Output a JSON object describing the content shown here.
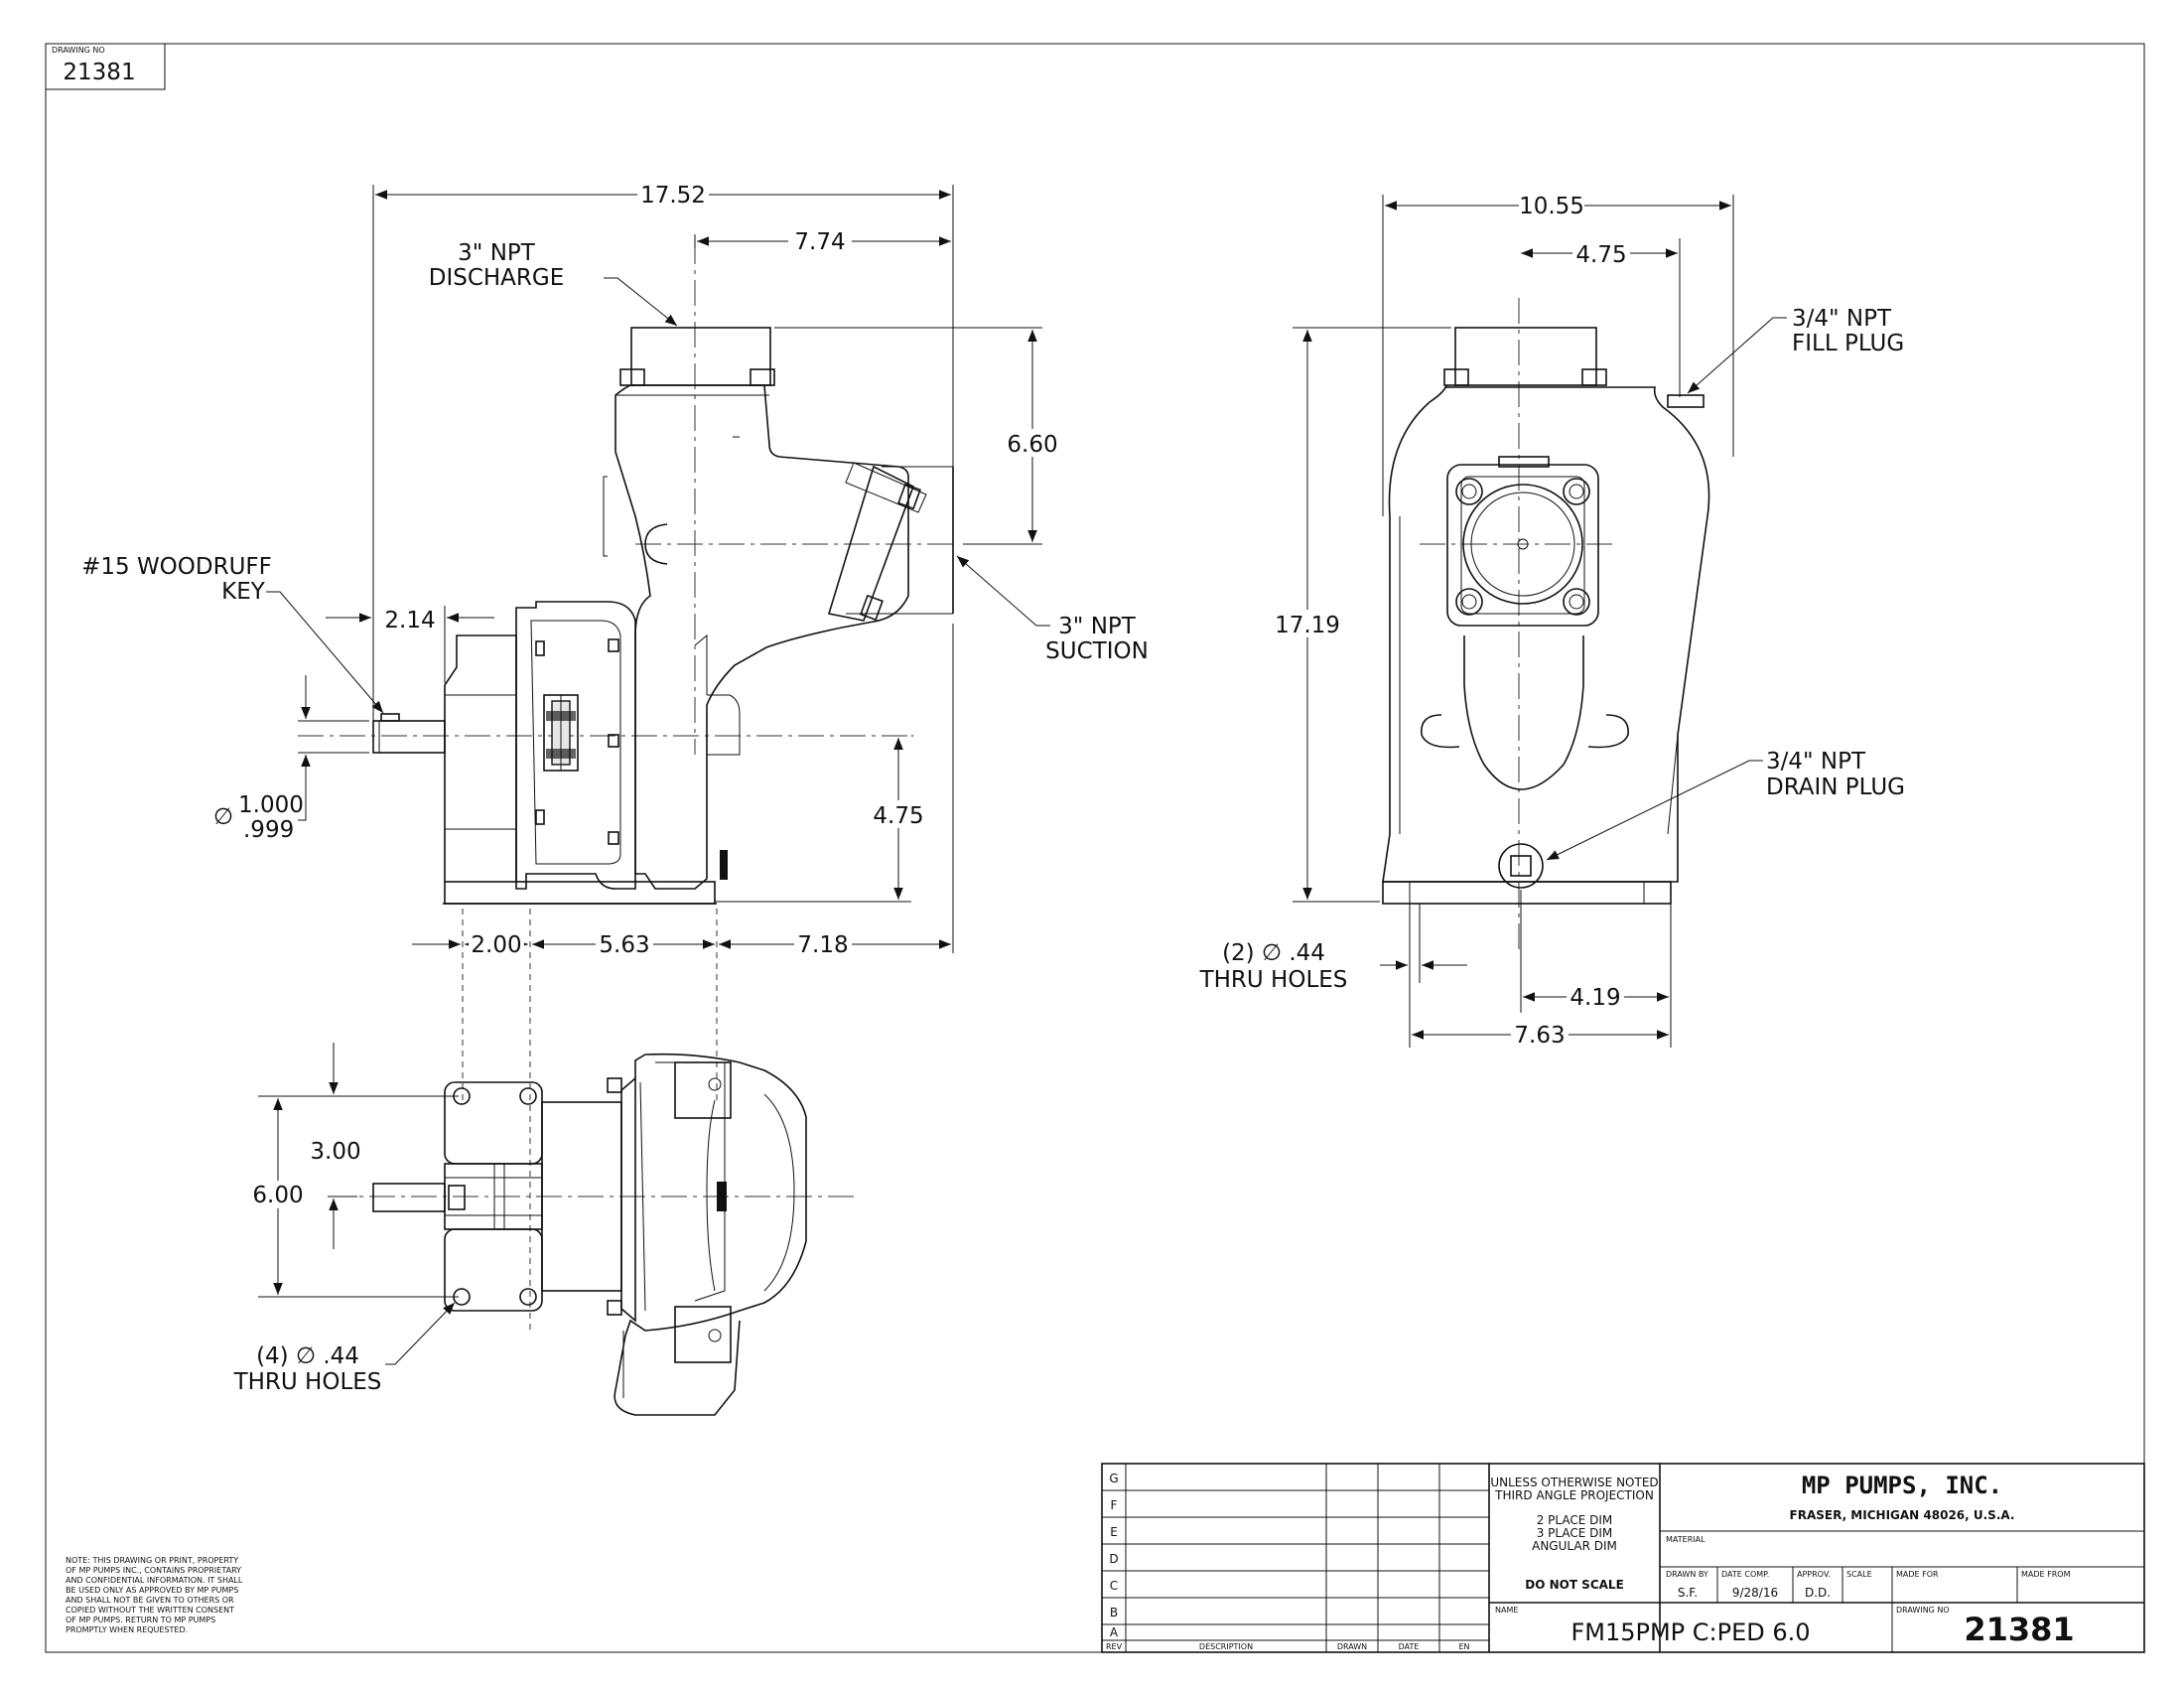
{
  "drawing_no_box": {
    "caption": "DRAWING NO",
    "value": "21381"
  },
  "side_view": {
    "dim_overall": "17.52",
    "dim_discharge_offset": "7.74",
    "dim_discharge_height": "6.60",
    "dim_key_length": "2.14",
    "dim_shaft_height": "4.75",
    "dim_a": "2.00",
    "dim_b": "5.63",
    "dim_c": "7.18",
    "shaft_dia_symbol": "∅",
    "shaft_dia_max": "1.000",
    "shaft_dia_min": ".999",
    "label_discharge_1": "3\" NPT",
    "label_discharge_2": "DISCHARGE",
    "label_suction_1": "3\" NPT",
    "label_suction_2": "SUCTION",
    "label_key_1": "#15 WOODRUFF",
    "label_key_2": "KEY"
  },
  "front_view": {
    "dim_width": "10.55",
    "dim_offset": "4.75",
    "dim_height": "17.19",
    "dim_drain_offset": "4.19",
    "dim_base": "7.63",
    "fill_1": "3/4\" NPT",
    "fill_2": "FILL PLUG",
    "drain_1": "3/4\" NPT",
    "drain_2": "DRAIN PLUG",
    "holes_1": "(2) ∅ .44",
    "holes_2": "THRU HOLES"
  },
  "top_view": {
    "dim_half": "3.00",
    "dim_full": "6.00",
    "holes_1": "(4) ∅ .44",
    "holes_2": "THRU HOLES"
  },
  "note_lines": [
    "NOTE: THIS DRAWING OR PRINT, PROPERTY",
    "OF MP PUMPS INC., CONTAINS PROPRIETARY",
    "AND CONFIDENTIAL INFORMATION.  IT SHALL",
    "BE USED ONLY AS APPROVED BY MP PUMPS",
    "AND SHALL NOT BE GIVEN TO OTHERS OR",
    "COPIED WITHOUT THE WRITTEN CONSENT",
    "OF MP PUMPS.  RETURN TO MP PUMPS",
    "PROMPTLY WHEN REQUESTED."
  ],
  "title_block": {
    "rev_letters": [
      "G",
      "F",
      "E",
      "D",
      "C",
      "B",
      "A"
    ],
    "rev_header": {
      "rev": "REV",
      "description": "DESCRIPTION",
      "drawn": "DRAWN",
      "date": "DATE",
      "en": "EN"
    },
    "tolerance_lines": [
      "UNLESS OTHERWISE NOTED",
      "THIRD ANGLE PROJECTION",
      "",
      "2 PLACE DIM",
      "3 PLACE DIM",
      "ANGULAR DIM"
    ],
    "do_not_scale": "DO NOT SCALE",
    "company": "MP PUMPS, INC.",
    "address": "FRASER, MICHIGAN  48026, U.S.A.",
    "material_caption": "MATERIAL",
    "drawn_by_caption": "DRAWN BY",
    "drawn_by": "S.F.",
    "date_caption": "DATE COMP.",
    "date": "9/28/16",
    "approved_caption": "APPROV.",
    "approved": "D.D.",
    "scale_caption": "SCALE",
    "made_for_caption": "MADE FOR",
    "made_from_caption": "MADE FROM",
    "name_caption": "NAME",
    "name": "FM15PMP C:PED 6.0",
    "drawing_no_caption": "DRAWING NO",
    "drawing_no": "21381"
  }
}
